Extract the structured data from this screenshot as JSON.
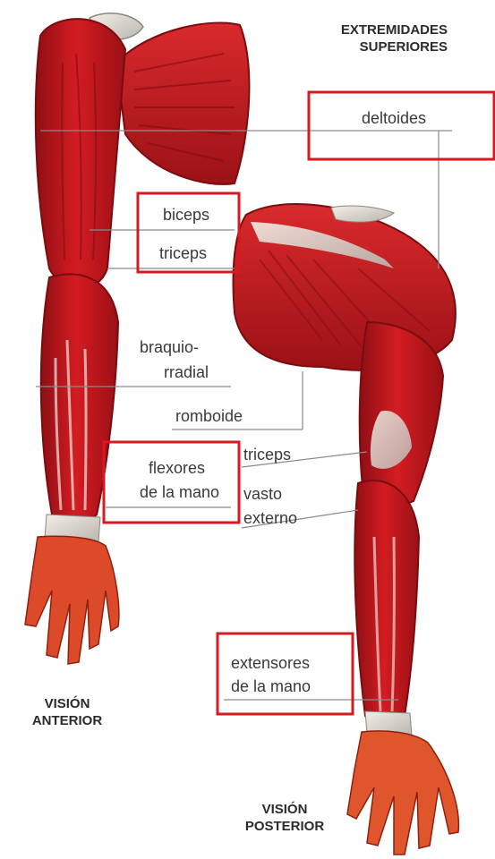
{
  "title": {
    "line1": "EXTREMIDADES",
    "line2": "SUPERIORES"
  },
  "captions": {
    "anterior": {
      "line1": "VISIÓN",
      "line2": "ANTERIOR"
    },
    "posterior": {
      "line1": "VISIÓN",
      "line2": "POSTERIOR"
    }
  },
  "labels": {
    "deltoides": "deltoides",
    "biceps": "biceps",
    "triceps_front": "triceps",
    "braquiorradial_1": "braquio-",
    "braquiorradial_2": "rradial",
    "romboide": "romboide",
    "flexores_1": "flexores",
    "flexores_2": "de la mano",
    "triceps_back": "triceps",
    "vasto_1": "vasto",
    "vasto_2": "externo",
    "extensores_1": "extensores",
    "extensores_2": "de la mano"
  },
  "colors": {
    "muscle": "#c8161d",
    "muscle_dark": "#8e0f14",
    "tendon": "#e9e2d6",
    "highlight_box": "#d61a1f",
    "leader_line": "#8a8a8a"
  }
}
